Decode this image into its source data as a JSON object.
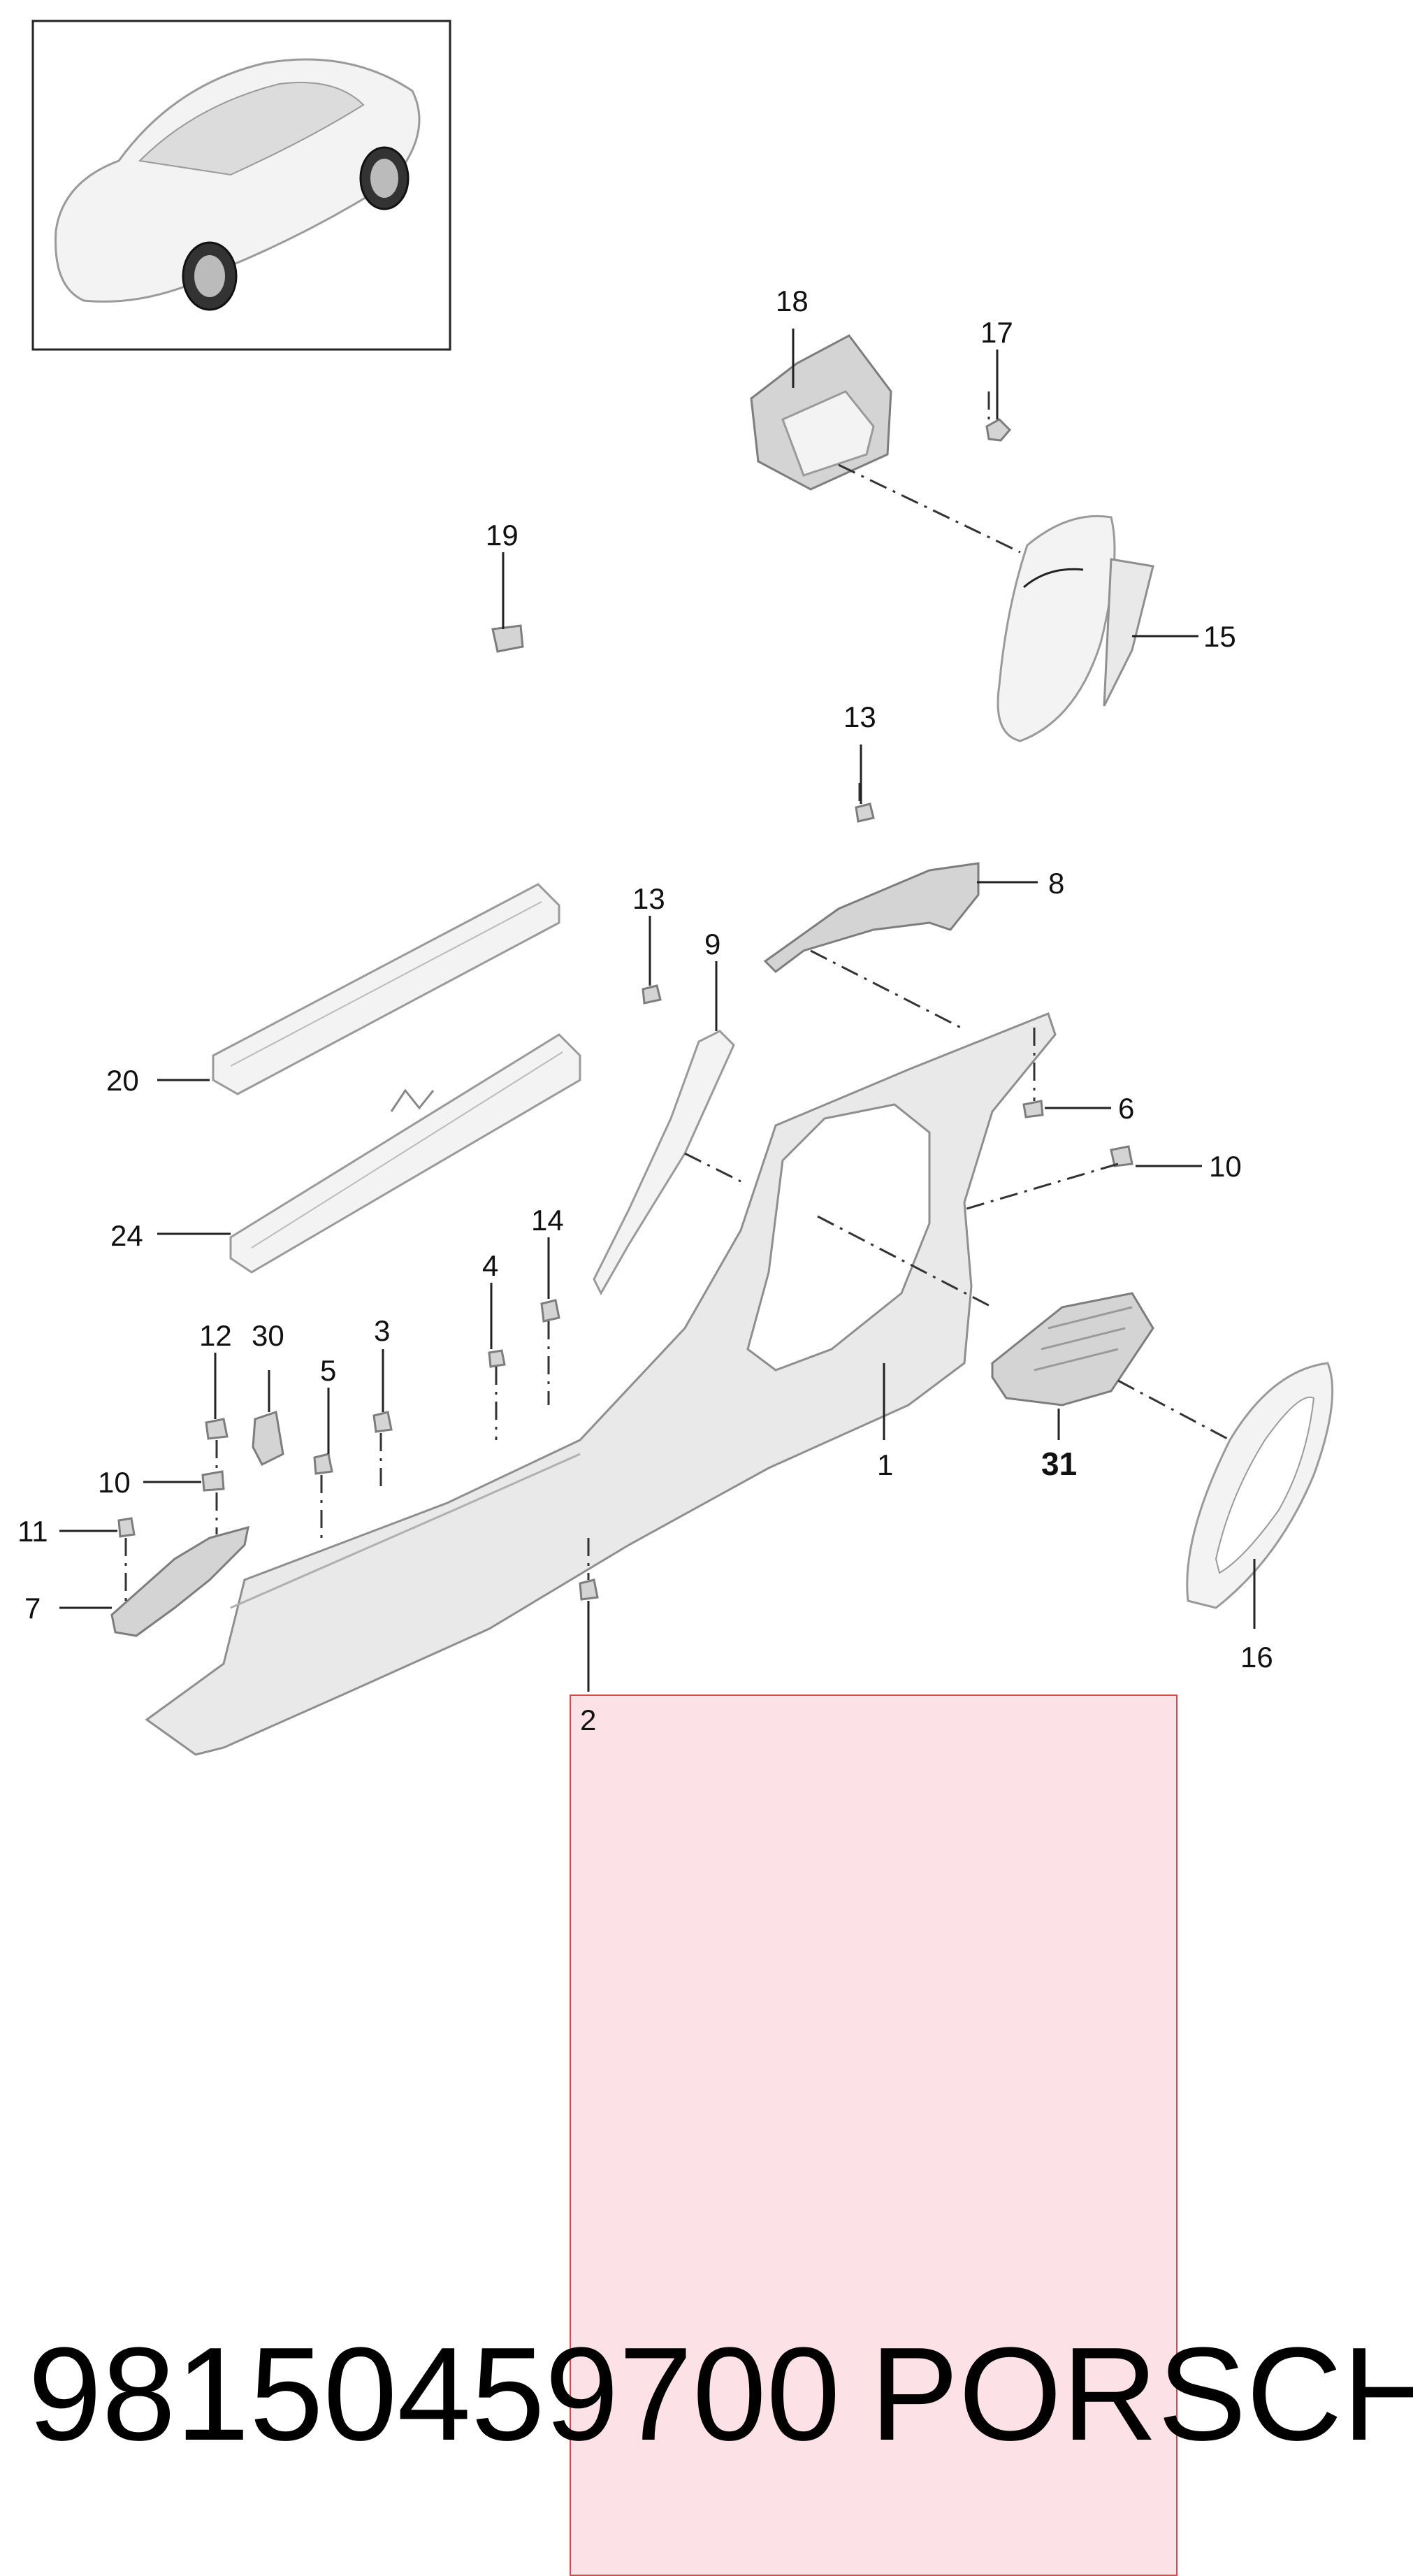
{
  "callouts": {
    "c1": "1",
    "c2": "2",
    "c3": "3",
    "c4": "4",
    "c5": "5",
    "c6": "6",
    "c7": "7",
    "c8": "8",
    "c9": "9",
    "c10a": "10",
    "c10b": "10",
    "c11": "11",
    "c12": "12",
    "c13a": "13",
    "c13b": "13",
    "c14": "14",
    "c15": "15",
    "c16": "16",
    "c17": "17",
    "c18": "18",
    "c19": "19",
    "c20": "20",
    "c24": "24",
    "c30": "30",
    "c31": "31"
  },
  "footer": {
    "part_number": "98150459700",
    "brand": "PORSCHE"
  },
  "colors": {
    "highlight_fill": "#fac8d4",
    "highlight_border": "#d9484f"
  }
}
